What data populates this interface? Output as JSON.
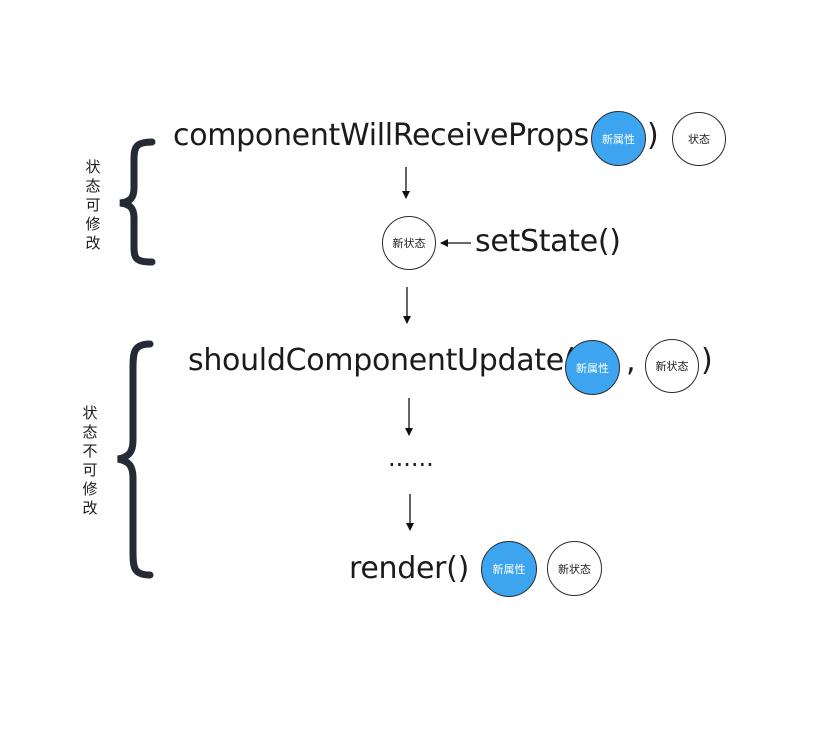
{
  "diagram": {
    "group1_label": [
      "状",
      "态",
      "可",
      "修",
      "改"
    ],
    "group2_label": [
      "状",
      "态",
      "不",
      "可",
      "修",
      "改"
    ],
    "step1": {
      "prefix": "componentWillReceiveProps(",
      "arg_badge": "新属性",
      "suffix": ")",
      "side_badge": "状态"
    },
    "step2": {
      "badge": "新状态",
      "call": "setState()"
    },
    "step3": {
      "prefix": "shouldComponentUpdate(",
      "arg1_badge": "新属性",
      "separator": ",",
      "arg2_badge": "新状态",
      "suffix": ")"
    },
    "step4": {
      "text": "......"
    },
    "step5": {
      "call": "render()",
      "badge1": "新属性",
      "badge2": "新状态"
    },
    "colors": {
      "accent_blue": "#3da5ef",
      "brace": "#262a35",
      "ink": "#1b1b1b"
    }
  }
}
